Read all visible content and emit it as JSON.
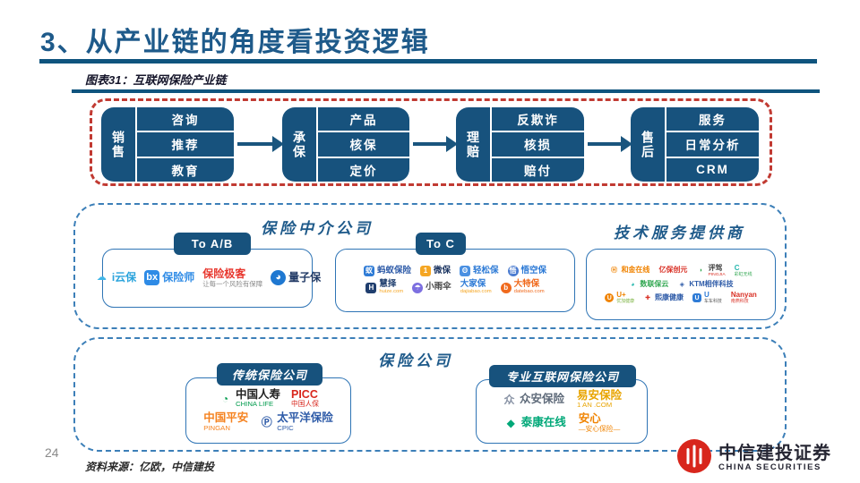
{
  "page": {
    "title": "3、从产业链的角度看投资逻辑",
    "figure_label": "图表31：互联网保险产业链",
    "page_number": "24",
    "source": "资料来源：亿欧，中信建投"
  },
  "brand": {
    "cn": "中信建投证券",
    "en": "CHINA SECURITIES"
  },
  "colors": {
    "accent_blue": "#1E5A8A",
    "rule_blue": "#0F547E",
    "block_navy": "#17527D",
    "dashed_red": "#C13A32",
    "dashed_blue": "#3C7FB8"
  },
  "chain": {
    "stages": [
      {
        "label": "销售",
        "items": [
          "咨询",
          "推荐",
          "教育"
        ]
      },
      {
        "label": "承保",
        "items": [
          "产品",
          "核保",
          "定价"
        ]
      },
      {
        "label": "理赔",
        "items": [
          "反欺诈",
          "核损",
          "赔付"
        ]
      },
      {
        "label": "售后",
        "items": [
          "服务",
          "日常分析",
          "CRM"
        ]
      }
    ]
  },
  "intermediary": {
    "title": "保险中介公司",
    "tag_ab": "To A/B",
    "tag_c": "To C",
    "ab_logos": [
      {
        "text": "i云保",
        "color": "#29A3DC",
        "glyph": "☁",
        "glyph_fg": "#3FB6E8"
      },
      {
        "text": "保险师",
        "color": "#2E8BE6",
        "glyph": "bx",
        "glyph_fg": "#fff",
        "icon_bg": "#2E8BE6"
      },
      {
        "text": "保险极客",
        "color": "#E8382F",
        "sub": "让每一个风险有保障",
        "sub_color": "#8a8a8a"
      },
      {
        "text": "量子保",
        "color": "#1F3864",
        "glyph": "◕",
        "glyph_fg": "#fff",
        "icon_bg": "#1F78D1",
        "round": true
      }
    ],
    "c_logos_row1": [
      {
        "text": "蚂蚁保险",
        "color": "#2E5BA8",
        "glyph": "蚁",
        "glyph_fg": "#fff",
        "icon_bg": "#2E7BD6"
      },
      {
        "text": "微保",
        "color": "#1F3864",
        "glyph": "1",
        "glyph_fg": "#fff",
        "icon_bg": "#F5A623"
      },
      {
        "text": "轻松保",
        "color": "#2E7BD6",
        "glyph": "ʘ",
        "glyph_fg": "#fff",
        "icon_bg": "#4A90E2"
      },
      {
        "text": "悟空保",
        "color": "#2E7BD6",
        "glyph": "悟",
        "glyph_fg": "#fff",
        "icon_bg": "#4A7BD0",
        "round": true
      }
    ],
    "c_logos_row2": [
      {
        "text": "慧择",
        "color": "#1F3E6E",
        "glyph": "H",
        "glyph_fg": "#fff",
        "icon_bg": "#1F3E6E",
        "sub": "huize.com",
        "sub_color": "#F5A623"
      },
      {
        "text": "小雨伞",
        "color": "#444444",
        "glyph": "☂",
        "glyph_fg": "#fff",
        "icon_bg": "#7C6FE0",
        "round": true
      },
      {
        "text": "大家保",
        "color": "#2E7BD6",
        "sub": "dajiabao.com",
        "sub_color": "#F5A623"
      },
      {
        "text": "大特保",
        "color": "#F06A1D",
        "glyph": "b",
        "glyph_fg": "#fff",
        "icon_bg": "#F06A1D",
        "round": true,
        "sub": "datebao.com",
        "sub_color": "#F06A1D"
      }
    ]
  },
  "tech": {
    "title": "技术服务提供商",
    "row1": [
      {
        "text": "和金在线",
        "color": "#F08300",
        "glyph": "Ⓗ",
        "glyph_fg": "#F08300"
      },
      {
        "text": "亿保创元",
        "color": "#D93025"
      },
      {
        "text": "评驾",
        "color": "#444444",
        "glyph": "◗",
        "glyph_fg": "#34A853",
        "sub": "PINGJIA",
        "sub_color": "#D93025"
      },
      {
        "text": "C",
        "color": "#26B7AE",
        "sub": "彩虹无线",
        "sub_color": "#34A853"
      }
    ],
    "row2": [
      {
        "text": "数联保云",
        "color": "#34A853",
        "glyph": "◕",
        "glyph_fg": "#26B7AE"
      },
      {
        "text": "KTM相伴科技",
        "color": "#2E5BA8",
        "glyph": "◈",
        "glyph_fg": "#2E5BA8"
      }
    ],
    "row3": [
      {
        "text": "U+",
        "color": "#F08300",
        "glyph": "U",
        "glyph_fg": "#fff",
        "icon_bg": "#F08300",
        "round": true,
        "sub": "优加健康",
        "sub_color": "#7CB342"
      },
      {
        "text": "熙康健康",
        "color": "#2E5BA8",
        "glyph": "✚",
        "glyph_fg": "#D93025"
      },
      {
        "text": "U",
        "color": "#2E7BD6",
        "glyph": "U",
        "glyph_fg": "#fff",
        "icon_bg": "#2E7BD6",
        "sub": "车车科技",
        "sub_color": "#555555"
      },
      {
        "text": "Nanyan",
        "color": "#D93025",
        "sub": "南燕科技",
        "sub_color": "#D93025"
      }
    ]
  },
  "insurers": {
    "title": "保险公司",
    "traditional": {
      "tag": "传统保险公司",
      "logos": [
        {
          "text": "中国人寿",
          "color": "#222222",
          "glyph": "◔",
          "glyph_fg": "#009B4C",
          "sub": "CHINA LIFE",
          "sub_color": "#009B4C"
        },
        {
          "text": "PICC",
          "color": "#D8261C",
          "sub": "中国人保",
          "sub_color": "#D8261C"
        },
        {
          "text": "中国平安",
          "color": "#F5821F",
          "sub": "PINGAN",
          "sub_color": "#F5821F"
        },
        {
          "text": "太平洋保险",
          "color": "#2E5BA8",
          "glyph": "Ⓟ",
          "glyph_fg": "#2E5BA8",
          "sub": "CPIC",
          "sub_color": "#2E5BA8"
        }
      ]
    },
    "internet": {
      "tag": "专业互联网保险公司",
      "logos": [
        {
          "text": "众安保险",
          "color": "#5F6B7A",
          "glyph": "众",
          "glyph_fg": "#8A94A6"
        },
        {
          "text": "易安保险",
          "color": "#E8A400",
          "sub": "1 AN .COM",
          "sub_color": "#E8A400"
        },
        {
          "text": "泰康在线",
          "color": "#00A878",
          "glyph": "◆",
          "glyph_fg": "#00A878"
        },
        {
          "text": "安心",
          "color": "#F08300",
          "sub": "—安心保险—",
          "sub_color": "#F08300"
        }
      ]
    }
  }
}
